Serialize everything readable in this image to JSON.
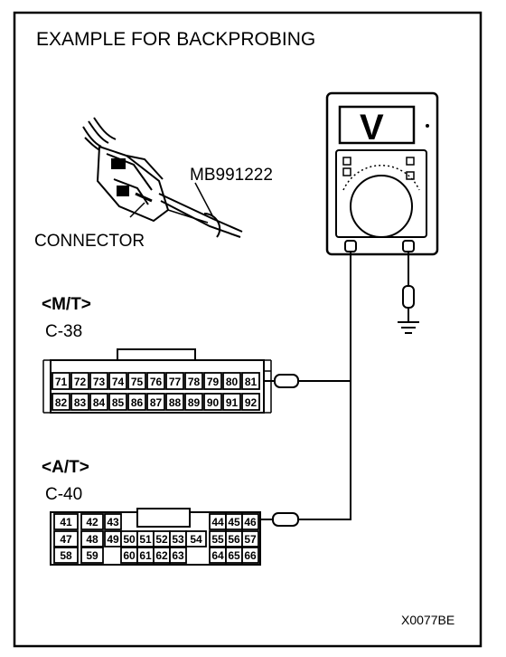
{
  "title": "EXAMPLE FOR BACKPROBING",
  "tool_label": "MB991222",
  "connector_label": "CONNECTOR",
  "figure_code": "X0077BE",
  "sections": [
    {
      "transmission": "<M/T>",
      "connector_id": "C-38",
      "pins_row1": [
        "71",
        "72",
        "73",
        "74",
        "75",
        "76",
        "77",
        "78",
        "79",
        "80",
        "81"
      ],
      "pins_row2": [
        "82",
        "83",
        "84",
        "85",
        "86",
        "87",
        "88",
        "89",
        "90",
        "91",
        "92"
      ]
    },
    {
      "transmission": "<A/T>",
      "connector_id": "C-40",
      "pins_row1": [
        "41",
        "42",
        "43",
        "44",
        "45",
        "46"
      ],
      "pins_row2": [
        "47",
        "48",
        "49",
        "50",
        "51",
        "52",
        "53",
        "54",
        "55",
        "56",
        "57"
      ],
      "pins_row3": [
        "58",
        "59",
        "60",
        "61",
        "62",
        "63",
        "64",
        "65",
        "66"
      ]
    }
  ],
  "meter_display_glyph": "V"
}
